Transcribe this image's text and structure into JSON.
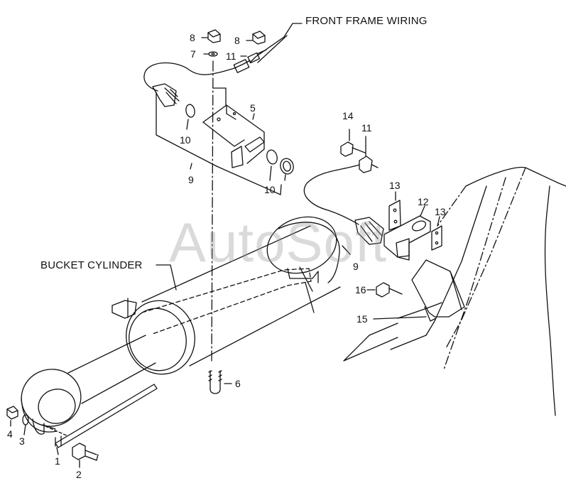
{
  "captions": {
    "front_frame_wiring": "FRONT FRAME WIRING",
    "bucket_cylinder": "BUCKET CYLINDER"
  },
  "watermark": "AutoSoft",
  "callouts": {
    "c1": "1",
    "c2": "2",
    "c3": "3",
    "c4": "4",
    "c5": "5",
    "c6": "6",
    "c7": "7",
    "c8a": "8",
    "c8b": "8",
    "c9a": "9",
    "c9b": "9",
    "c10a": "10",
    "c10b": "10",
    "c11a": "11",
    "c11b": "11",
    "c12": "12",
    "c13a": "13",
    "c13b": "13",
    "c14": "14",
    "c15": "15",
    "c16": "16"
  },
  "colors": {
    "ink": "#111111",
    "background": "#ffffff",
    "watermark": "#969696"
  }
}
